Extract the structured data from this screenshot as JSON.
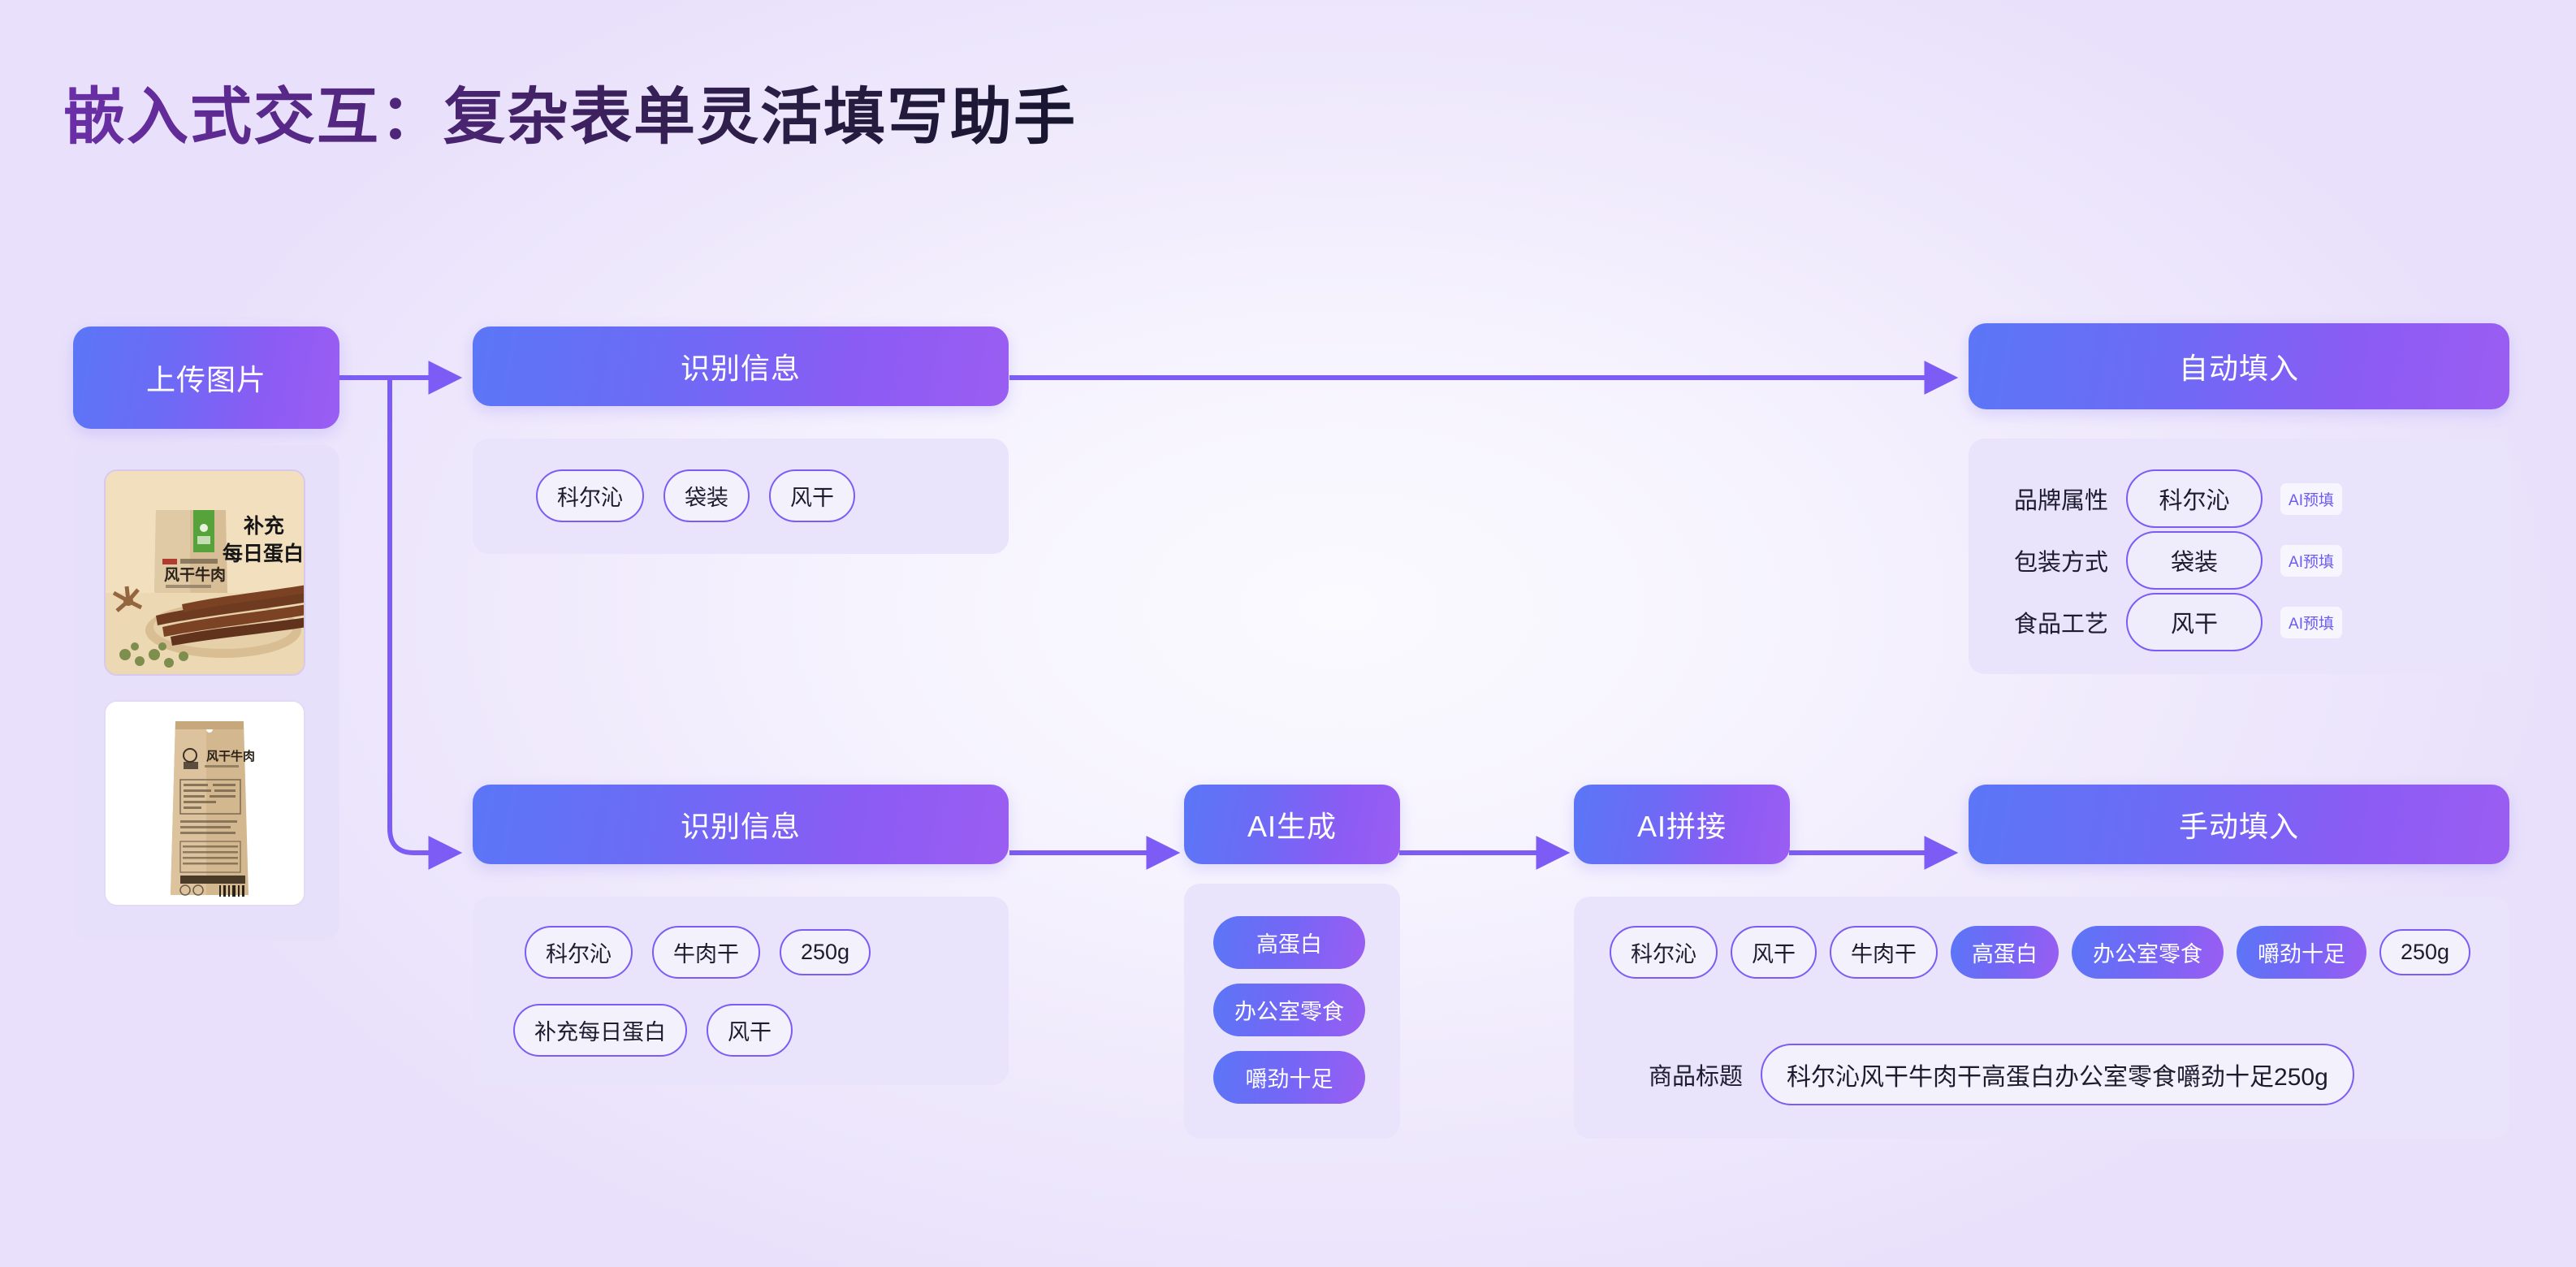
{
  "page": {
    "title": "嵌入式交互：复杂表单灵活填写助手",
    "accent": "#7C5CF5",
    "node_gradient_from": "#5B76F7",
    "node_gradient_to": "#9B5DF2",
    "background": "#EFE9FC",
    "title_gradient_from": "#6B2FA8",
    "title_gradient_to": "#16152E"
  },
  "upload": {
    "label": "上传图片",
    "thumbnails": [
      {
        "name": "风干牛肉 产品主图",
        "caption_line1": "补充",
        "caption_line2": "每日蛋白",
        "pack_brand": "风干牛肉",
        "pack_sub": "AIR DRIED BEEF JERKY"
      },
      {
        "name": "风干牛肉 包装背面图",
        "pack_brand": "风干牛肉",
        "pack_sub": "AIR DRIED BEEF JERKY"
      }
    ]
  },
  "recognize_top": {
    "label": "识别信息",
    "tags": [
      "科尔沁",
      "袋装",
      "风干"
    ]
  },
  "recognize_bottom": {
    "label": "识别信息",
    "tags_row1": [
      "科尔沁",
      "牛肉干",
      "250g"
    ],
    "tags_row2": [
      "补充每日蛋白",
      "风干"
    ]
  },
  "auto_fill": {
    "label": "自动填入",
    "rows": [
      {
        "label": "品牌属性",
        "value": "科尔沁",
        "badge": "AI预填"
      },
      {
        "label": "包装方式",
        "value": "袋装",
        "badge": "AI预填"
      },
      {
        "label": "食品工艺",
        "value": "风干",
        "badge": "AI预填"
      }
    ]
  },
  "ai_generate": {
    "label": "AI生成",
    "tags": [
      "高蛋白",
      "办公室零食",
      "嚼劲十足"
    ]
  },
  "ai_concat": {
    "label": "AI拼接"
  },
  "manual_fill": {
    "label": "手动填入",
    "tags": [
      {
        "text": "科尔沁",
        "filled": false
      },
      {
        "text": "风干",
        "filled": false
      },
      {
        "text": "牛肉干",
        "filled": false
      },
      {
        "text": "高蛋白",
        "filled": true
      },
      {
        "text": "办公室零食",
        "filled": true
      },
      {
        "text": "嚼劲十足",
        "filled": true
      },
      {
        "text": "250g",
        "filled": false
      }
    ],
    "title_label": "商品标题",
    "title_value": "科尔沁风干牛肉干高蛋白办公室零食嚼劲十足250g"
  }
}
